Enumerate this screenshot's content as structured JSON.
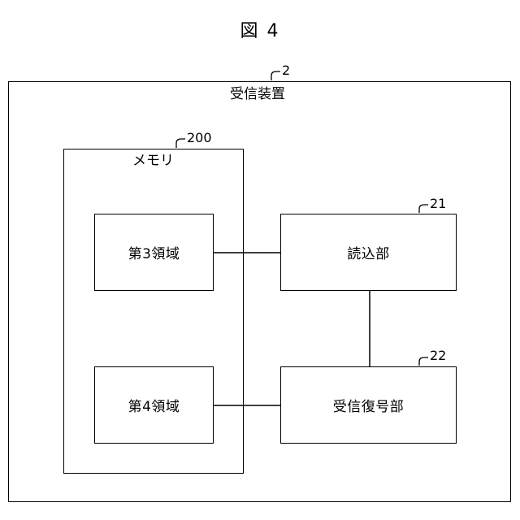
{
  "figure": {
    "title": "図 4"
  },
  "device": {
    "label": "受信装置",
    "ref": "2"
  },
  "memory": {
    "label": "メモリ",
    "ref": "200",
    "region3": {
      "label": "第3領域"
    },
    "region4": {
      "label": "第4領域"
    }
  },
  "reader": {
    "label": "読込部",
    "ref": "21"
  },
  "decoder": {
    "label": "受信復号部",
    "ref": "22"
  }
}
